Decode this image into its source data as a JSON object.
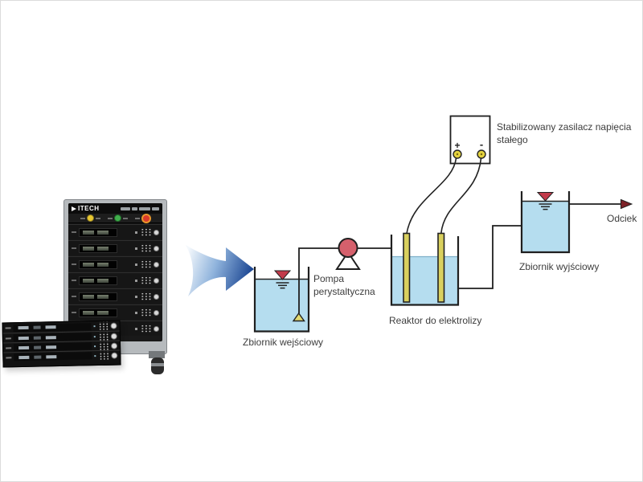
{
  "device": {
    "brand": "ITECH"
  },
  "diagram": {
    "labels": {
      "power_supply": "Stabilizowany zasilacz napięcia stałego",
      "pump": "Pompa perystaltyczna",
      "input_tank": "Zbiornik wejściowy",
      "reactor": "Reaktor do elektrolizy",
      "output_tank": "Zbiornik wyjściowy",
      "effluent": "Odciek",
      "terminal_plus": "+",
      "terminal_minus": "-"
    },
    "colors": {
      "liquid": "#b5ddef",
      "level_marker": "#c23b4b",
      "pump_body": "#d5606c",
      "electrode": "#d9d05e",
      "strainer": "#e2da70",
      "terminal": "#e3d23f",
      "outlet_arrowhead": "#7d2127",
      "process_arrow_start": "#f4f8fc",
      "process_arrow_mid": "#8fb3dc",
      "process_arrow_end": "#16418f",
      "outline": "#222222",
      "label_text": "#3d3d3d"
    }
  }
}
